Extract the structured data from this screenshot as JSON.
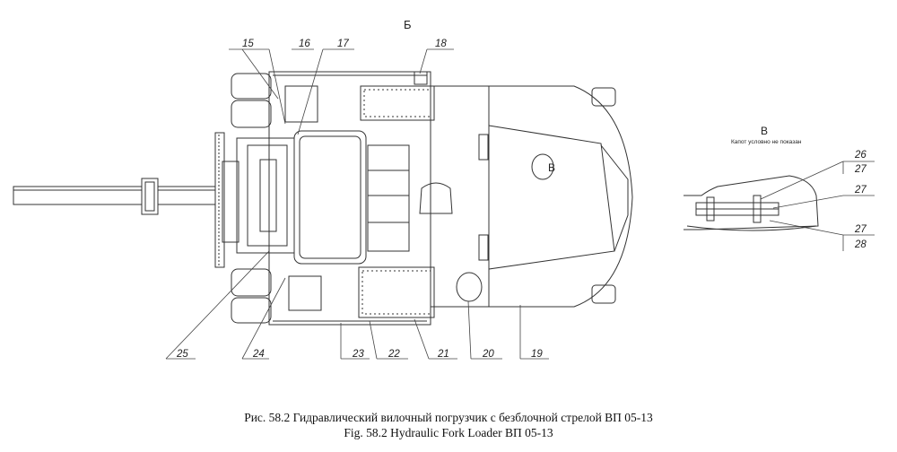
{
  "view_label_top": "Б",
  "detail_view": {
    "label": "В",
    "note": "Капот условно не показан"
  },
  "arrow_label": "В",
  "callouts": {
    "n15": "15",
    "n16": "16",
    "n17": "17",
    "n18": "18",
    "n19": "19",
    "n20": "20",
    "n21": "21",
    "n22": "22",
    "n23": "23",
    "n24": "24",
    "n25": "25",
    "n26": "26",
    "n27a": "27",
    "n27b": "27",
    "n27c": "27",
    "n28": "28"
  },
  "caption": {
    "ru": "Рис. 58.2  Гидравлический вилочный погрузчик с безблочной стрелой ВП 05-13",
    "en": "Fig. 58.2  Hydraulic Fork Loader ВП 05-13"
  }
}
